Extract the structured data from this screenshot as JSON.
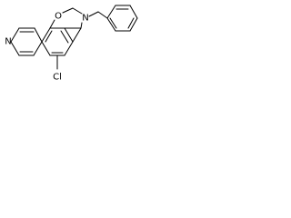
{
  "molecule": {
    "atoms": {
      "n_pyridine": "N",
      "o_ring": "O",
      "n_amine": "N",
      "cl": "Cl"
    },
    "bond_color": "#000000",
    "background": "#ffffff"
  }
}
